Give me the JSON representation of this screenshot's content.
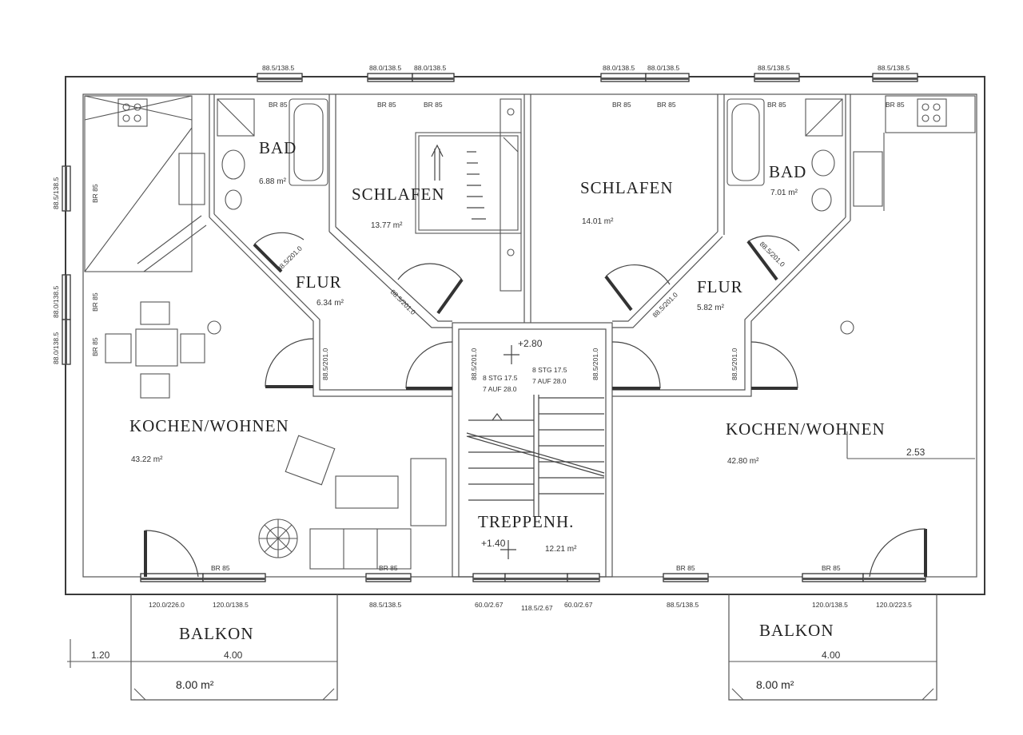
{
  "plan": {
    "rooms": {
      "bad_left": {
        "name": "BAD",
        "area": "6.88 m²"
      },
      "schlafen_left": {
        "name": "SCHLAFEN",
        "area": "13.77 m²"
      },
      "schlafen_right": {
        "name": "SCHLAFEN",
        "area": "14.01 m²"
      },
      "bad_right": {
        "name": "BAD",
        "area": "7.01 m²"
      },
      "flur_left": {
        "name": "FLUR",
        "area": "6.34 m²"
      },
      "flur_right": {
        "name": "FLUR",
        "area": "5.82 m²"
      },
      "kochen_left": {
        "name": "KOCHEN/WOHNEN",
        "area": "43.22 m²"
      },
      "kochen_right": {
        "name": "KOCHEN/WOHNEN",
        "area": "42.80 m²"
      },
      "treppe": {
        "name": "TREPPENH.",
        "area": "12.21 m²"
      },
      "balkon_left": {
        "name": "BALKON",
        "area": "8.00 m²"
      },
      "balkon_right": {
        "name": "BALKON",
        "area": "8.00 m²"
      }
    },
    "top_windows": [
      "88.5/138.5",
      "88.0/138.5",
      "88.0/138.5",
      "88.0/138.5",
      "88.0/138.5",
      "88.5/138.5",
      "88.5/138.5"
    ],
    "bottom_windows": [
      "120.0/226.0",
      "120.0/138.5",
      "88.5/138.5",
      "60.0/2.67",
      "118.5/2.67",
      "60.0/2.67",
      "88.5/138.5",
      "120.0/138.5",
      "120.0/223.5"
    ],
    "left_windows": [
      "88.5/138.5",
      "88.0/138.5",
      "88.0/138.5"
    ],
    "br_label": "BR 85",
    "door_label": "88.5/201.0",
    "stairs": {
      "level_top": "+2.80",
      "level_bottom": "+1.40",
      "left_steps": "8 STG 17.5",
      "left_rise": "7 AUF 28.0",
      "right_steps": "8 STG 17.5",
      "right_rise": "7 AUF 28.0"
    },
    "dims": {
      "balkon_left_width": "4.00",
      "balkon_left_offset": "1.20",
      "balkon_right_width": "4.00",
      "room_height": "2.53"
    }
  }
}
